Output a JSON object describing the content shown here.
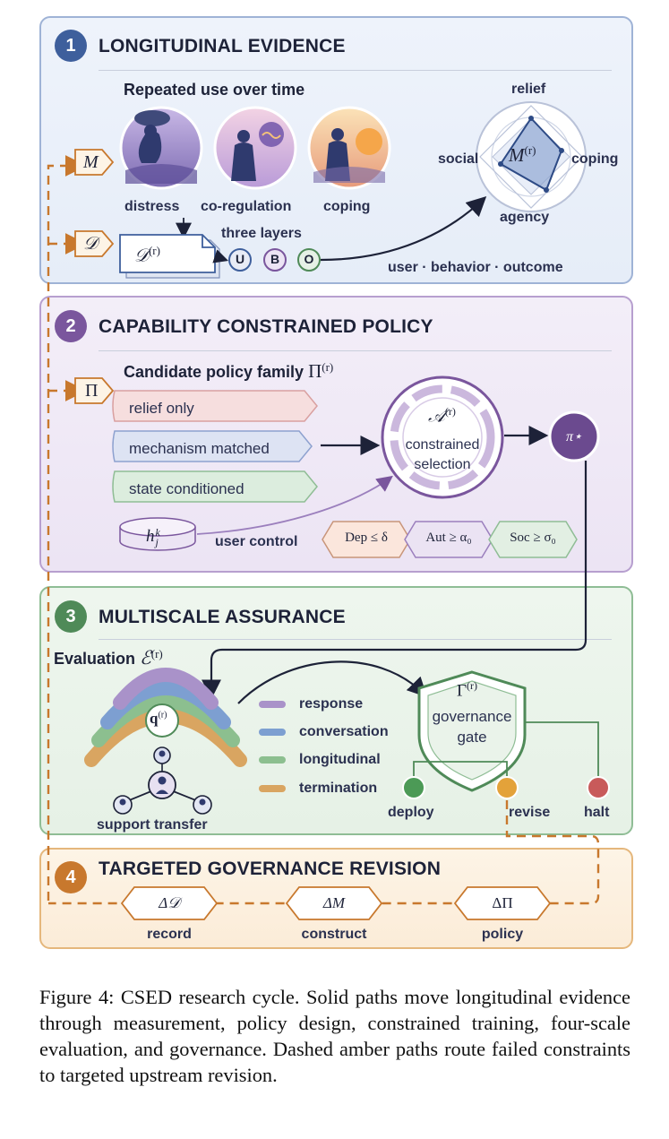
{
  "panels": {
    "p1": {
      "number": "1",
      "title": "LONGITUDINAL EVIDENCE"
    },
    "p2": {
      "number": "2",
      "title": "CAPABILITY CONSTRAINED POLICY"
    },
    "p3": {
      "number": "3",
      "title": "MULTISCALE ASSURANCE"
    },
    "p4": {
      "number": "4",
      "title": "TARGETED GOVERNANCE REVISION"
    }
  },
  "evidence": {
    "repeated_use": "Repeated use over time",
    "scenes": [
      "distress",
      "co-regulation",
      "coping"
    ],
    "record_sym": "𝒟",
    "record_sup": "(r)",
    "three_layers": "three layers",
    "layers": [
      "U",
      "B",
      "O"
    ],
    "layers_caption": "user · behavior · outcome",
    "radar": {
      "top": "relief",
      "left": "social",
      "right": "coping",
      "bottom": "agency",
      "center": "M",
      "center_sup": "(r)"
    }
  },
  "inputs": {
    "m": "M",
    "d": "𝒟",
    "pi": "Π"
  },
  "policy": {
    "family_label": "Candidate policy family",
    "family_sym": "Π",
    "family_sup": "(r)",
    "options": [
      "relief only",
      "mechanism matched",
      "state conditioned"
    ],
    "selector_sym": "𝒜",
    "selector_sup": "(r)",
    "selector_l1": "constrained",
    "selector_l2": "selection",
    "output_sym": "π⋆",
    "history_sym": "h",
    "history_sup": "k",
    "history_sub": "j",
    "user_control": "user control",
    "constraints": [
      "Dep ≤ δ",
      "Aut ≥ α₀",
      "Soc ≥ σ₀"
    ]
  },
  "assurance": {
    "eval_label": "Evaluation",
    "eval_sym": "ℰ",
    "eval_sup": "(r)",
    "q_sym": "q",
    "q_sup": "(r)",
    "scales": [
      {
        "name": "response",
        "color": "#a992c9"
      },
      {
        "name": "conversation",
        "color": "#7d9fd1"
      },
      {
        "name": "longitudinal",
        "color": "#8cbf8f"
      },
      {
        "name": "termination",
        "color": "#d9a561"
      }
    ],
    "support_transfer": "support transfer",
    "gate_sym": "Γ",
    "gate_sup": "(r)",
    "gate_l1": "governance",
    "gate_l2": "gate",
    "outcomes": [
      {
        "name": "deploy",
        "color": "#4c9a56"
      },
      {
        "name": "revise",
        "color": "#e3a23a"
      },
      {
        "name": "halt",
        "color": "#c85a5a"
      }
    ]
  },
  "revision": {
    "items": [
      {
        "sym": "Δ𝒟",
        "label": "record"
      },
      {
        "sym": "ΔM",
        "label": "construct"
      },
      {
        "sym": "ΔΠ",
        "label": "policy"
      }
    ]
  },
  "caption": "Figure 4: CSED research cycle. Solid paths move longitudinal evidence through measurement, policy design, constrained training, four-scale evaluation, and governance. Dashed amber paths route failed constraints to targeted upstream revision.",
  "colors": {
    "blue": "#3e5f9c",
    "purple": "#7a569d",
    "green": "#4f8a58",
    "amber": "#c8782d",
    "ink": "#1d2238"
  }
}
